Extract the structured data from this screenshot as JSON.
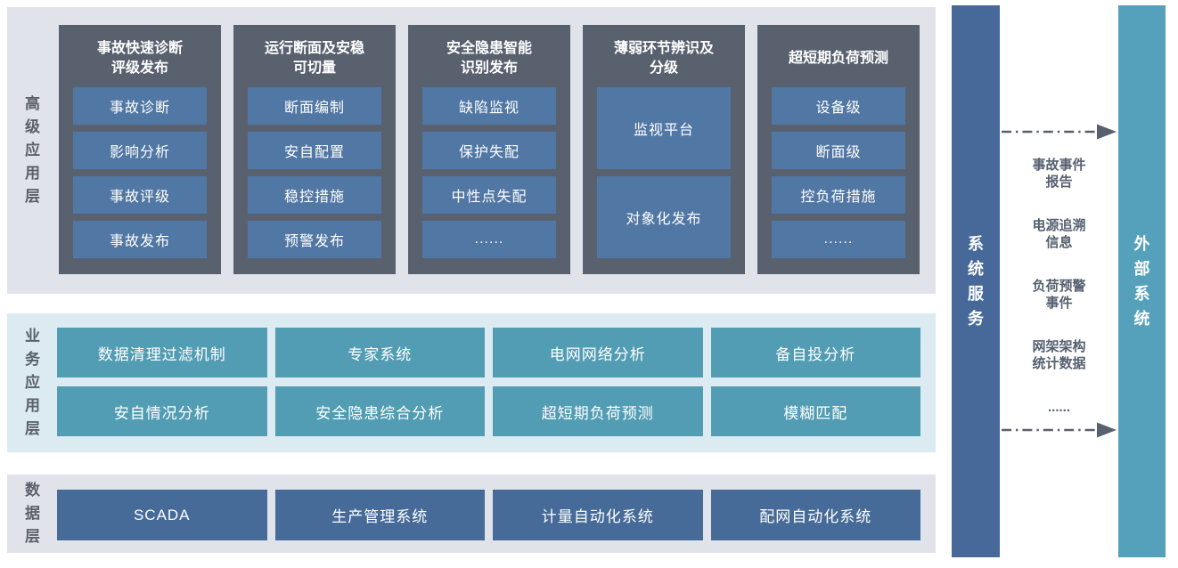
{
  "layers": {
    "advanced": {
      "label": "高级应用层",
      "panels": [
        {
          "title_lines": [
            "事故快速诊断",
            "评级发布"
          ],
          "items": [
            {
              "label": "事故诊断"
            },
            {
              "label": "影响分析"
            },
            {
              "label": "事故评级"
            },
            {
              "label": "事故发布"
            }
          ]
        },
        {
          "title_lines": [
            "运行断面及安稳",
            "可切量"
          ],
          "items": [
            {
              "label": "断面编制"
            },
            {
              "label": "安自配置"
            },
            {
              "label": "稳控措施"
            },
            {
              "label": "预警发布"
            }
          ]
        },
        {
          "title_lines": [
            "安全隐患智能",
            "识别发布"
          ],
          "items": [
            {
              "label": "缺陷监视"
            },
            {
              "label": "保护失配"
            },
            {
              "label": "中性点失配"
            },
            {
              "label": "......"
            }
          ]
        },
        {
          "title_lines": [
            "薄弱环节辨识及",
            "分级"
          ],
          "items": [
            {
              "label": "监视平台",
              "tall": true
            },
            {
              "label": "对象化发布",
              "tall": true
            }
          ]
        },
        {
          "title_lines": [
            "超短期负荷预测"
          ],
          "items": [
            {
              "label": "设备级"
            },
            {
              "label": "断面级"
            },
            {
              "label": "控负荷措施"
            },
            {
              "label": "......"
            }
          ]
        }
      ]
    },
    "business": {
      "label": "业务应用层",
      "buttons": [
        "数据清理过滤机制",
        "专家系统",
        "电网网络分析",
        "备自投分析",
        "安自情况分析",
        "安全隐患综合分析",
        "超短期负荷预测",
        "模糊匹配"
      ]
    },
    "data": {
      "label": "数据层",
      "buttons": [
        "SCADA",
        "生产管理系统",
        "计量自动化系统",
        "配网自动化系统"
      ]
    }
  },
  "system_service_bar": {
    "label": "系统服务"
  },
  "external_system_bar": {
    "label": "外部系统"
  },
  "exchange": {
    "items": [
      "事故事件报告",
      "电源追溯信息",
      "负荷预警事件",
      "网架架构统计数据",
      "......"
    ]
  },
  "colors": {
    "layer_gray_bg": "#e0e3ea",
    "layer_blue_bg": "#dceaf1",
    "panel_dark": "#59616f",
    "panel_item_blue": "#5177a4",
    "teal_button": "#529db3",
    "steel_button": "#466b99",
    "service_bar": "#46699a",
    "external_bar": "#55a0ba",
    "label_text": "#5a6169",
    "exchange_text": "#566070",
    "arrow": "#59616e"
  }
}
